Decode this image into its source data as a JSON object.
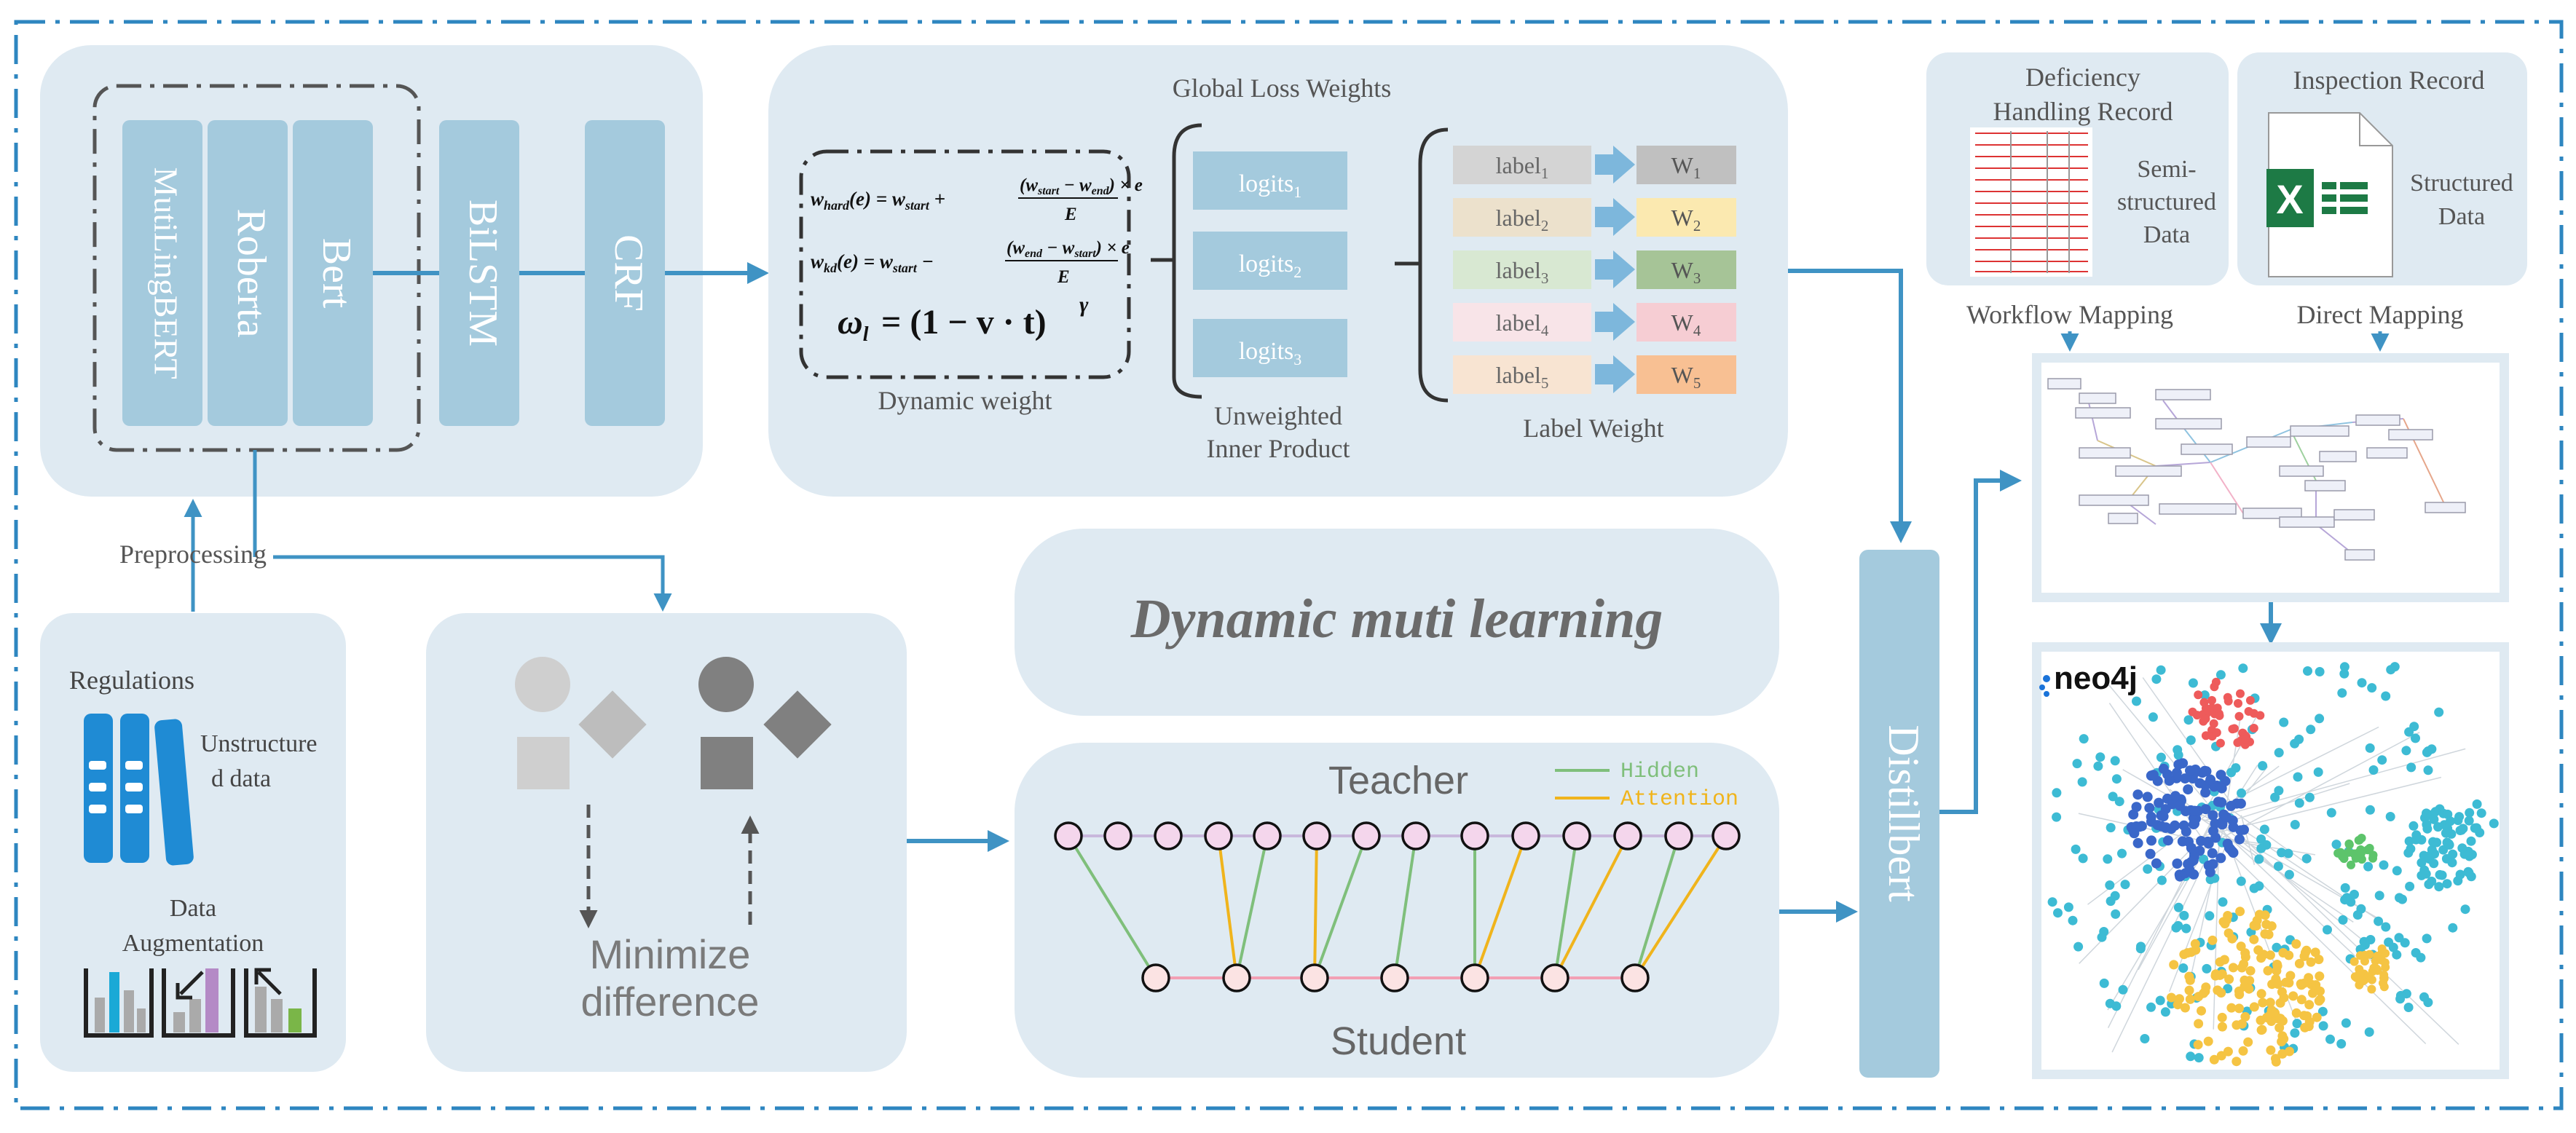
{
  "encoder": {
    "models": [
      "MutiLingBERT",
      "Roberta",
      "Bert"
    ],
    "bilstm": "BiLSTM",
    "crf": "CRF"
  },
  "preprocessing": "Preprocessing",
  "sources": {
    "regulations": "Regulations",
    "unstructured_line1": "Unstructure",
    "unstructured_line2": "d data",
    "augmentation_line1": "Data",
    "augmentation_line2": "Augmentation"
  },
  "minimize": {
    "line1": "Minimize",
    "line2": "difference"
  },
  "loss": {
    "title": "Global Loss Weights",
    "dynamic_weight_label": "Dynamic weight",
    "formula_hard_lhs": "w",
    "formula_hard_sub": "hard",
    "formula_kd_sub": "kd",
    "formula_omega": "ω",
    "formula_omega_sub": "l",
    "formula_omega_rhs": "= (1 − v · t)",
    "formula_gamma": "γ",
    "logits": [
      {
        "base": "logits",
        "sub": "1"
      },
      {
        "base": "logits",
        "sub": "2"
      },
      {
        "base": "logits",
        "sub": "3"
      }
    ],
    "unweighted_line1": "Unweighted",
    "unweighted_line2": "Inner Product",
    "labels": [
      {
        "base": "label",
        "sub": "1"
      },
      {
        "base": "label",
        "sub": "2"
      },
      {
        "base": "label",
        "sub": "3"
      },
      {
        "base": "label",
        "sub": "4"
      },
      {
        "base": "label",
        "sub": "5"
      }
    ],
    "weights": [
      {
        "base": "W",
        "sub": "1"
      },
      {
        "base": "W",
        "sub": "2"
      },
      {
        "base": "W",
        "sub": "3"
      },
      {
        "base": "W",
        "sub": "4"
      },
      {
        "base": "W",
        "sub": "5"
      }
    ],
    "label_weight": "Label Weight"
  },
  "dynamic_title": "Dynamic muti learning",
  "distill": {
    "teacher": "Teacher",
    "student": "Student",
    "legend_hidden": "Hidden",
    "legend_attention": "Attention"
  },
  "distillbert": "Distillbert",
  "records": {
    "deficiency_line1": "Deficiency",
    "deficiency_line2": "Handling Record",
    "semi_line1": "Semi-",
    "semi_line2": "structured",
    "semi_line3": "Data",
    "inspection": "Inspection Record",
    "structured_line1": "Structured",
    "structured_line2": "Data",
    "workflow_mapping": "Workflow Mapping",
    "direct_mapping": "Direct Mapping"
  },
  "neo4j_logo": "neo4j",
  "colors": {
    "panel": "#dfeaf2",
    "block": "#a4cadd",
    "arrow": "#3f93c4",
    "border": "#2e86c0",
    "hidden": "#7fbf7b",
    "attention": "#f0b41c",
    "student_line": "#f2a0b4",
    "teacher_line": "#c8b8dc"
  }
}
